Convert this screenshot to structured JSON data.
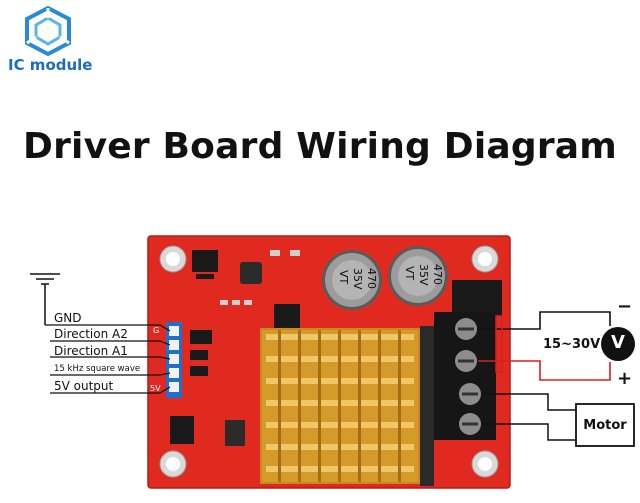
{
  "brand": {
    "name": "IC module",
    "color": "#1b6fb8"
  },
  "title": "Driver Board Wiring Diagram",
  "pins": [
    {
      "label": "GND",
      "pin_mark": ""
    },
    {
      "label": "Direction A2",
      "pin_mark": "G"
    },
    {
      "label": "Direction A1",
      "pin_mark": ""
    },
    {
      "label": "15 kHz square wave",
      "pin_mark": ""
    },
    {
      "label": "5V output",
      "pin_mark": "5V"
    }
  ],
  "capacitors": [
    {
      "value": "470",
      "voltage": "35V",
      "series": "VT"
    },
    {
      "value": "470",
      "voltage": "35V",
      "series": "VT"
    }
  ],
  "power": {
    "range": "15~30V",
    "symbol": "V",
    "minus": "−",
    "plus": "+"
  },
  "motor": {
    "label": "Motor"
  },
  "colors": {
    "board": "#e02a1f",
    "heatsink": "#d49a2a",
    "wire_black": "#111111",
    "wire_red": "#d81e1e"
  }
}
